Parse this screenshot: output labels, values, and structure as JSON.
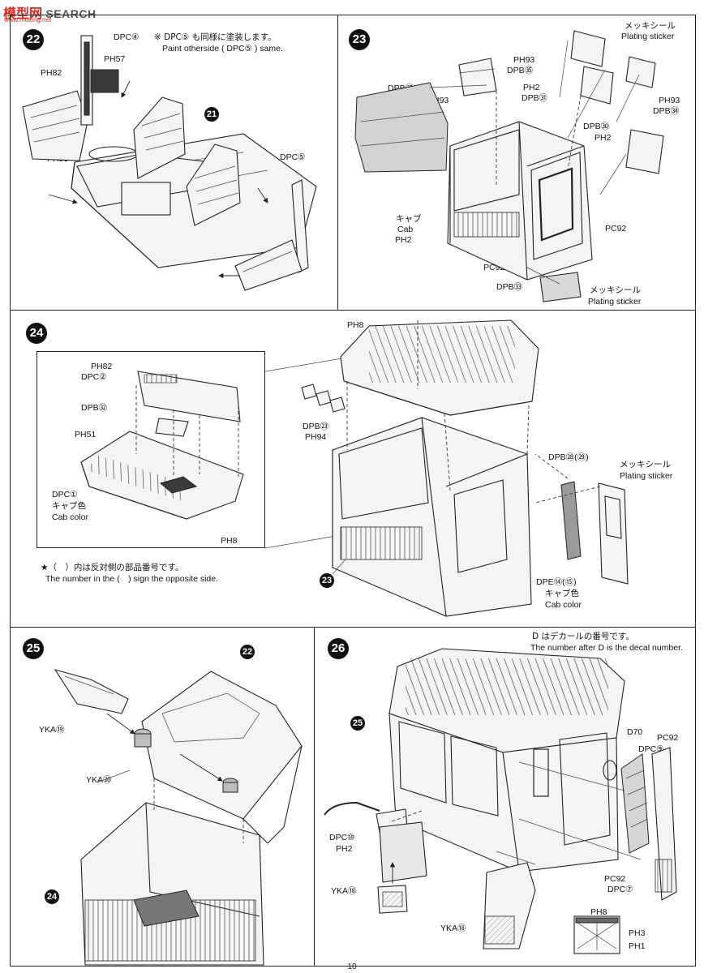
{
  "watermark": {
    "brand": "模型网",
    "search": "SEARCH",
    "site": "www.moxing.net"
  },
  "page_number": "10",
  "steps": {
    "s22": {
      "number": "22",
      "note_jp": "※ DPC⑤ も同様に塗装します。",
      "note_en": "Paint otherside ( DPC⑤ ) same.",
      "labels": [
        "DPC④",
        "PH57",
        "PH82",
        "PH53",
        "DPC⑤"
      ],
      "ref": "21"
    },
    "s23": {
      "number": "23",
      "labels": [
        "メッキシール",
        "Plating sticker",
        "PH93",
        "DPB㉟",
        "DPB㉗",
        "PH93",
        "PH2",
        "DPB㉛",
        "PH93",
        "DPB㉞",
        "DPB㉚",
        "PH2",
        "キャブ",
        "Cab",
        "PH2",
        "PC92",
        "PC92",
        "DPB㉝",
        "メッキシール",
        "Plating sticker"
      ]
    },
    "s24": {
      "number": "24",
      "labels": [
        "PH82",
        "DPC②",
        "DPB㉜",
        "PH51",
        "DPC①",
        "キャブ色",
        "Cab color",
        "PH8",
        "PH8",
        "DPB㉓",
        "PH94",
        "DPB㉘(㉙)",
        "メッキシール",
        "Plating sticker",
        "DPE⑭(⑮)",
        "キャブ色",
        "Cab color"
      ],
      "ref": "23",
      "note_jp": "★（　）内は反対側の部品番号です。",
      "note_en": "The number in the (　) sign the opposite side."
    },
    "s25": {
      "number": "25",
      "labels": [
        "YKA⑲",
        "YKA⑳"
      ],
      "ref_top": "22",
      "ref_bottom": "24"
    },
    "s26": {
      "number": "26",
      "note_jp": "D はデカールの番号です。",
      "note_en": "The number after D is the decal number.",
      "labels": [
        "D70",
        "PC92",
        "DPC⑨",
        "DPC⑩",
        "PH2",
        "YKA⑱",
        "YKA⑱",
        "PC92",
        "DPC⑦",
        "PH8",
        "PH3",
        "PH1"
      ],
      "ref": "25"
    }
  }
}
